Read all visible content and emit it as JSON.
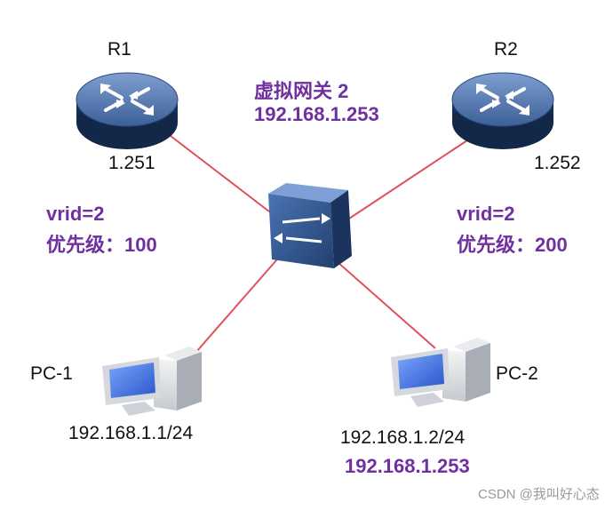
{
  "colors": {
    "link": "#e0505c",
    "accent": "#7030a0",
    "router_body": "#1f3e6e",
    "router_top": "#5b7fb8",
    "switch_body": "#2a4f86",
    "pc_screen": "#3a6fe0"
  },
  "routers": {
    "r1": {
      "name": "R1",
      "ip": "1.251",
      "icon": "router-icon"
    },
    "r2": {
      "name": "R2",
      "ip": "1.252",
      "icon": "router-icon"
    }
  },
  "virtual_gateway": {
    "name": "虚拟网关 2",
    "ip": "192.168.1.253"
  },
  "vrrp": {
    "left": {
      "vrid": "vrid=2",
      "priority": "优先级：100"
    },
    "right": {
      "vrid": "vrid=2",
      "priority": "优先级：200"
    }
  },
  "switch": {
    "icon": "switch-icon"
  },
  "pcs": {
    "pc1": {
      "name": "PC-1",
      "ip": "192.168.1.1/24",
      "icon": "pc-icon"
    },
    "pc2": {
      "name": "PC-2",
      "ip": "192.168.1.2/24",
      "gateway": "192.168.1.253",
      "icon": "pc-icon"
    }
  },
  "watermark": "CSDN @我叫好心态"
}
